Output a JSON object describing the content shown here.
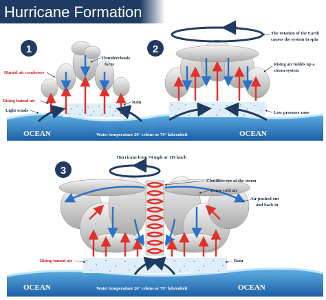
{
  "title": "Hurricane Formation",
  "panel1": {
    "step": "1",
    "thunderclouds": "Thunderclouds",
    "form": "form",
    "humid_condenses": "Humid air condenses",
    "rising_humid_air": "Rising humid air",
    "light_winds": "Light winds",
    "rain": "Rain",
    "ocean": "OCEAN"
  },
  "panel2": {
    "step": "2",
    "rotation_line1": "The rotation of the Earth",
    "rotation_line2": "causes the system to spin",
    "rising_line1": "Rising air builds up a",
    "rising_line2": "storm system",
    "low_pressure": "Low pressure zone",
    "ocean": "OCEAN"
  },
  "water_temp": "Water temperature 26° celsius or 79° fahrenheit",
  "panel3": {
    "step": "3",
    "hurricane_speed": "Hurricane from 74 mph or 119 km/h",
    "cloudless_eye": "Cloudless eye of the storm",
    "dense_cold_air": "Dense cold air",
    "air_pushed_line1": "Air pushed out",
    "air_pushed_line2": "and back in",
    "rising_humid_air": "Rising humid air",
    "rain": "Rain",
    "ocean_left": "OCEAN",
    "ocean_right": "OCEAN",
    "water_temp": "Water temperature 26° celsius or 79° fahrenheit"
  },
  "colors": {
    "title_bg": "#1f3b63",
    "label_red": "#d01f1f",
    "ocean_dark": "#1f6fb5",
    "ocean_light": "#6cb6e8",
    "arrow_blue": "#2a73c8",
    "arrow_red": "#e0322b"
  }
}
